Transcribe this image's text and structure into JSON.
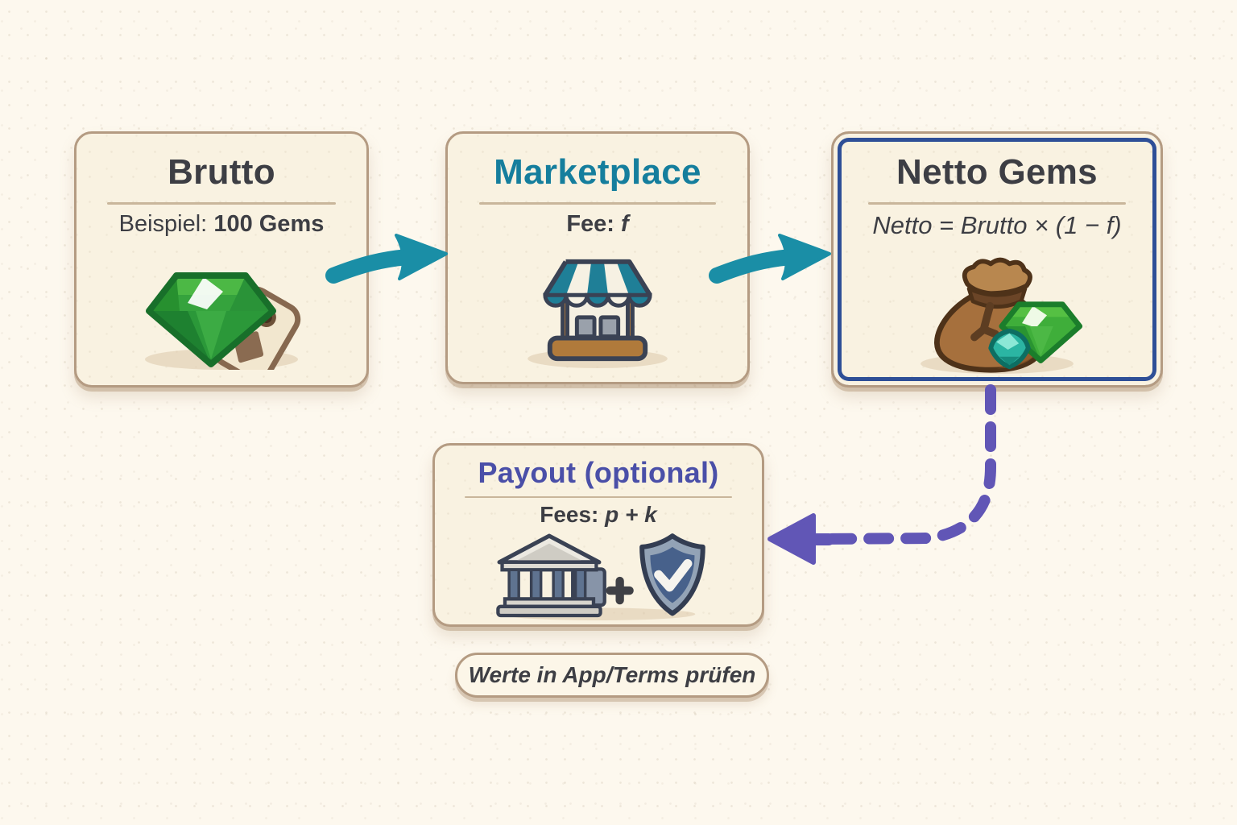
{
  "cards": {
    "brutto": {
      "title": "Brutto",
      "subtitle_label": "Beispiel:",
      "subtitle_value": "100 Gems",
      "icon": "gem-price-tag-icon"
    },
    "marketplace": {
      "title": "Marketplace",
      "subtitle_label": "Fee:",
      "subtitle_value": "f",
      "icon": "market-stall-icon"
    },
    "netto": {
      "title": "Netto Gems",
      "formula": "Netto = Brutto × (1 − f)",
      "icon": "money-bag-gems-icon"
    },
    "payout": {
      "title": "Payout (optional)",
      "subtitle_label": "Fees:",
      "subtitle_value": "p + k",
      "icon": "bank-plus-shield-icon"
    }
  },
  "note": "Werte in App/Terms prüfen",
  "colors": {
    "background": "#fdf8ee",
    "card_background": "#f9f2e1",
    "card_border": "#b49b82",
    "netto_highlight_border": "#2e4f97",
    "text_dark": "#3d3e44",
    "marketplace_accent": "#157e9d",
    "payout_accent": "#4a4fa8",
    "arrow_teal": "#1a8ea6",
    "arrow_purple": "#6156b6",
    "divider": "#c9b69b"
  }
}
